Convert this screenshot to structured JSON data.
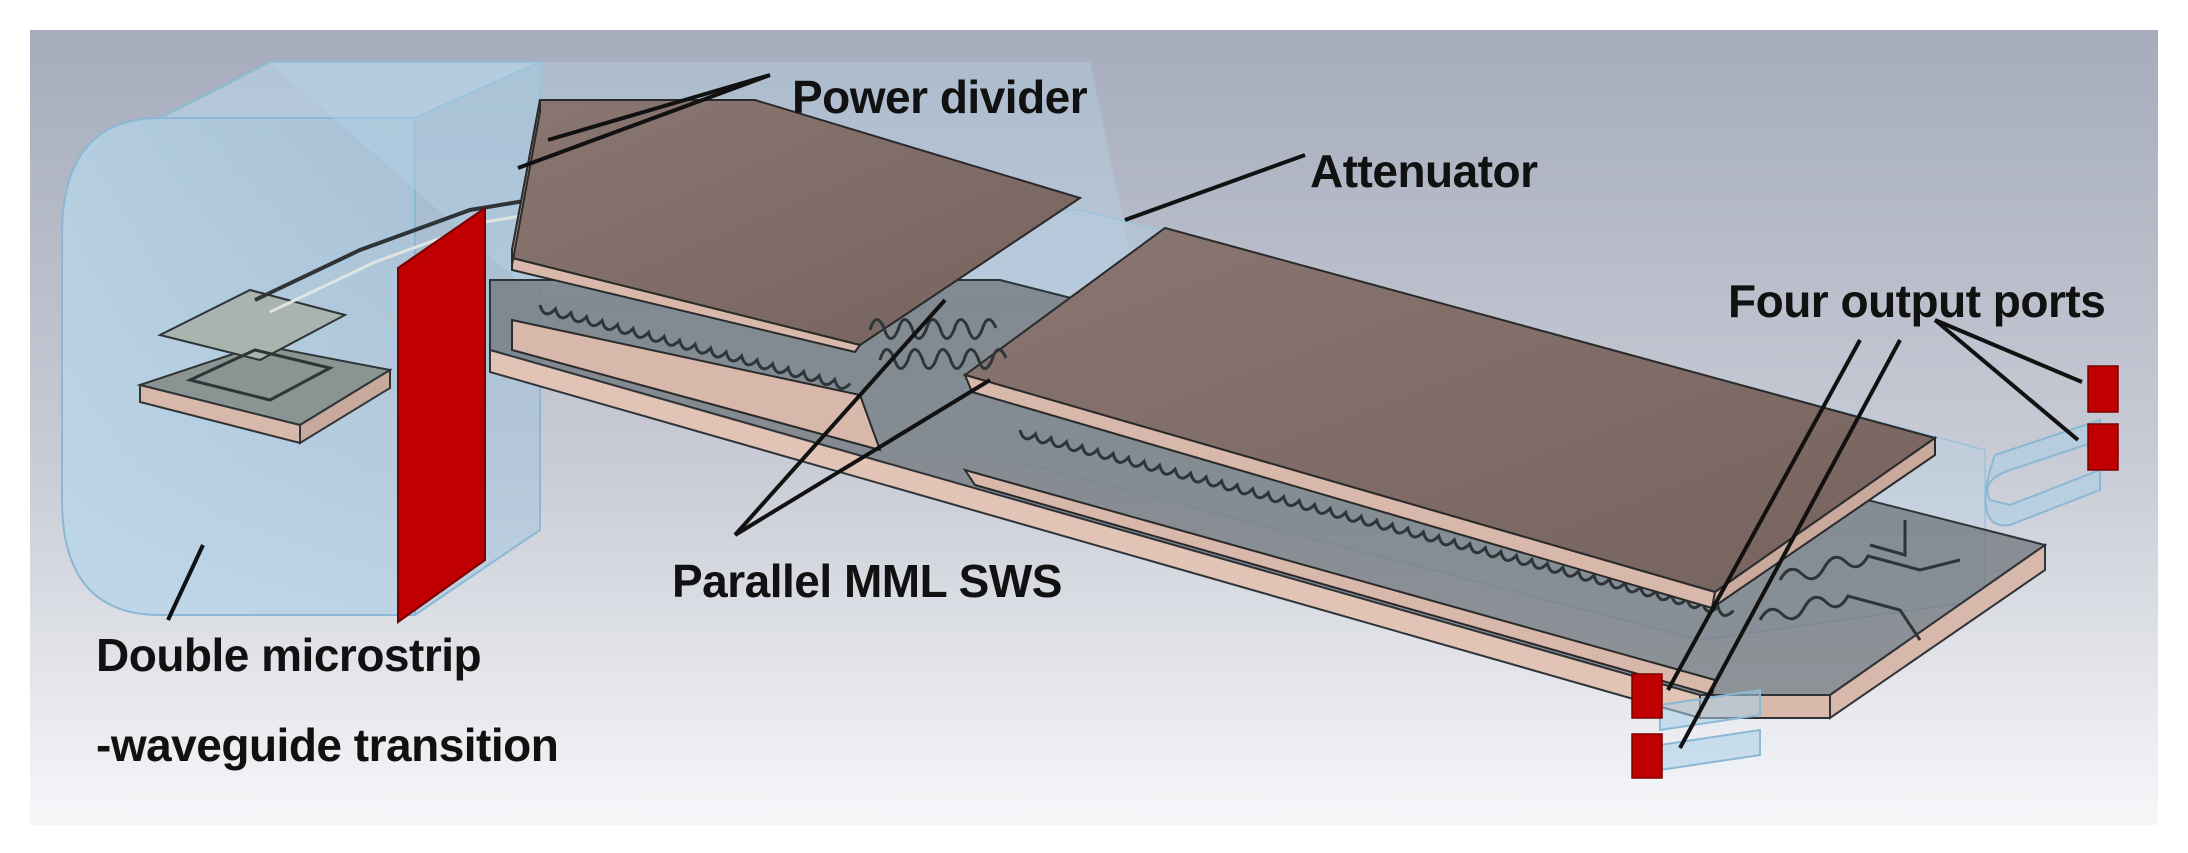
{
  "labels": {
    "power_divider": "Power divider",
    "attenuator": "Attenuator",
    "four_output_ports": "Four output ports",
    "parallel_mml_sws": "Parallel MML SWS",
    "transition_line1": "Double microstrip",
    "transition_line2": "-waveguide transition"
  },
  "colors": {
    "background_top": "#a6acbc",
    "background_bottom": "#f6f7f9",
    "attenuator_top": "#7e6b66",
    "attenuator_side": "#d8b8ab",
    "substrate": "#6f767b",
    "port": "#c00000",
    "waveguide": "#9fc9e3"
  }
}
